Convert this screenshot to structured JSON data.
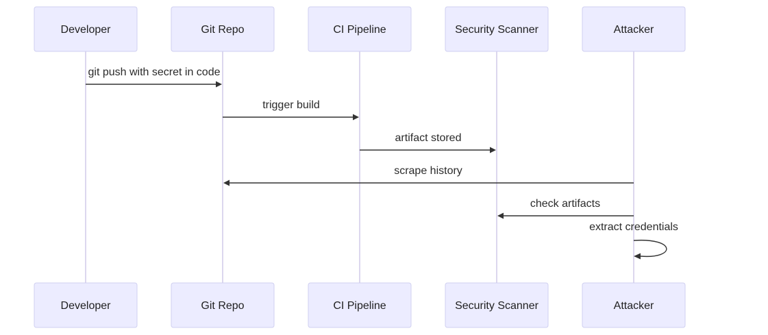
{
  "participants": [
    {
      "id": "developer",
      "label": "Developer"
    },
    {
      "id": "git_repo",
      "label": "Git Repo"
    },
    {
      "id": "ci_pipeline",
      "label": "CI Pipeline"
    },
    {
      "id": "security_scanner",
      "label": "Security Scanner"
    },
    {
      "id": "attacker",
      "label": "Attacker"
    }
  ],
  "messages": [
    {
      "from": "developer",
      "to": "git_repo",
      "label": "git push with secret in code"
    },
    {
      "from": "git_repo",
      "to": "ci_pipeline",
      "label": "trigger build"
    },
    {
      "from": "ci_pipeline",
      "to": "security_scanner",
      "label": "artifact stored"
    },
    {
      "from": "attacker",
      "to": "git_repo",
      "label": "scrape history"
    },
    {
      "from": "attacker",
      "to": "security_scanner",
      "label": "check artifacts"
    },
    {
      "from": "attacker",
      "to": "attacker",
      "label": "extract credentials"
    }
  ],
  "colors": {
    "actor_fill": "#ececff",
    "actor_border": "#cfcff0",
    "lifeline": "#d3cdea",
    "arrow": "#333333"
  }
}
